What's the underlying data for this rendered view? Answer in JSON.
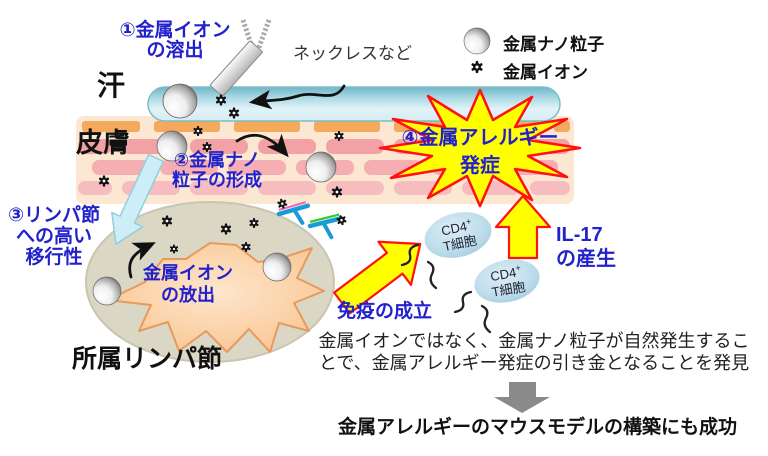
{
  "colors": {
    "step_text_blue": "#2222cc",
    "starburst_yellow": "#ffff00",
    "starburst_border_red": "#ff0000",
    "sweat_teal": "#7fc0cf",
    "skin_peach": "#fce8d2",
    "brick_orange": "#f5a95c",
    "brick_pink": "#f2a2a5",
    "lymph_beige": "#dbd7c5",
    "dendritic_cell_orange": "#fbd2a8",
    "tcell_blue": "#bcdcea",
    "arrow_gray": "#8a8a8a"
  },
  "icons": {
    "nanoparticle": "metal-sphere",
    "ion": "gear-dot",
    "necklace": "chain-pendant",
    "receptor": "tcr-roller"
  },
  "legend": {
    "nanoparticle_label": "金属ナノ粒子",
    "ion_label": "金属イオン"
  },
  "steps": {
    "step1": {
      "line1": "①金属イオン",
      "line2": "の溶出"
    },
    "step2": {
      "line1": "②金属ナノ",
      "line2": "粒子の形成"
    },
    "step3": {
      "line1": "③リンパ節",
      "line2": "への高い",
      "line3": "移行性"
    },
    "step4": {
      "line1": "④金属アレルギー",
      "line2": "発症"
    }
  },
  "labels": {
    "necklace": "ネックレスなど",
    "sweat": "汗",
    "skin": "皮膚",
    "ion_release_line1": "金属イオン",
    "ion_release_line2": "の放出",
    "lymph_node": "所属リンパ節",
    "immunity": "免疫の成立",
    "il17_line1": "IL-17",
    "il17_line2": "の産生"
  },
  "tcell": {
    "base": "CD4",
    "sup": "+",
    "line2": "T細胞"
  },
  "finding": {
    "line1": "金属イオンではなく、金属ナノ粒子が自然発生するこ",
    "line2": "とで、金属アレルギー発症の引き金となることを発見"
  },
  "conclusion": "金属アレルギーのマウスモデルの構築にも成功"
}
